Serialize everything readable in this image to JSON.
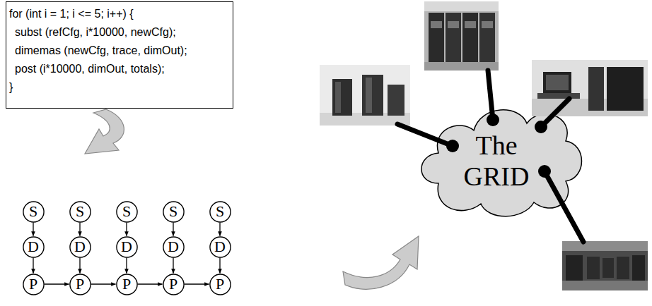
{
  "diagram": {
    "nodes": [
      {
        "text": [
          "for (int i = 1; i <= 5; i++) {",
          "subst (refCfg, i*10000, newCfg);",
          "dimemas (newCfg, trace, dimOut);",
          "post (i*10000, dimOut, totals);",
          "}"
        ]
      },
      {
        "text": [
          "S"
        ]
      },
      {
        "text": [
          "S"
        ]
      },
      {
        "text": [
          "S"
        ]
      },
      {
        "text": [
          "S"
        ]
      },
      {
        "text": [
          "S"
        ]
      },
      {
        "text": [
          "D"
        ]
      },
      {
        "text": [
          "D"
        ]
      },
      {
        "text": [
          "D"
        ]
      },
      {
        "text": [
          "D"
        ]
      },
      {
        "text": [
          "D"
        ]
      },
      {
        "text": [
          "P"
        ]
      },
      {
        "text": [
          "P"
        ]
      },
      {
        "text": [
          "P"
        ]
      },
      {
        "text": [
          "P"
        ]
      },
      {
        "text": [
          "P"
        ]
      },
      {
        "text": [
          "The GRID"
        ]
      }
    ],
    "edges": [
      {
        "from": 1,
        "to": 6,
        "arrow": "to"
      },
      {
        "from": 2,
        "to": 7,
        "arrow": "to"
      },
      {
        "from": 3,
        "to": 8,
        "arrow": "to"
      },
      {
        "from": 4,
        "to": 9,
        "arrow": "to"
      },
      {
        "from": 5,
        "to": 10,
        "arrow": "to"
      },
      {
        "from": 6,
        "to": 11,
        "arrow": "to"
      },
      {
        "from": 7,
        "to": 12,
        "arrow": "to"
      },
      {
        "from": 8,
        "to": 13,
        "arrow": "to"
      },
      {
        "from": 9,
        "to": 14,
        "arrow": "to"
      },
      {
        "from": 10,
        "to": 15,
        "arrow": "to"
      },
      {
        "from": 11,
        "to": 12,
        "arrow": "to"
      },
      {
        "from": 12,
        "to": 13,
        "arrow": "to"
      },
      {
        "from": 13,
        "to": 14,
        "arrow": "to"
      },
      {
        "from": 14,
        "to": 15,
        "arrow": "to"
      }
    ]
  }
}
